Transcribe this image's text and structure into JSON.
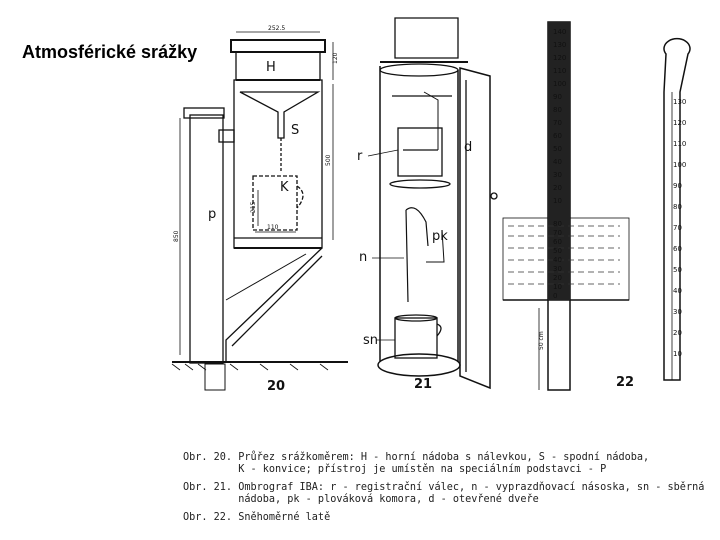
{
  "title": "Atmosférické srážky",
  "figures": {
    "fig20": {
      "number": "20",
      "labels": {
        "H": "H",
        "S": "S",
        "K": "K",
        "p": "p"
      },
      "dims": {
        "top_width": "252.5",
        "height_120": "120",
        "height_500": "500",
        "height_850": "850",
        "height_215": "215",
        "width_110": "110"
      }
    },
    "fig21": {
      "number": "21",
      "labels": {
        "r": "r",
        "d": "d",
        "pk": "pk",
        "n": "n",
        "sn": "sn"
      }
    },
    "fig22": {
      "number": "22",
      "left_scale": [
        "10",
        "20",
        "30",
        "40",
        "50",
        "60",
        "70",
        "80",
        "90",
        "100",
        "110",
        "120",
        "130",
        "140"
      ],
      "left_scale_lower": [
        "80",
        "70",
        "60",
        "50",
        "40",
        "30",
        "20",
        "10",
        "0"
      ],
      "left_below": "50 cm",
      "right_scale": [
        "10",
        "20",
        "30",
        "40",
        "50",
        "60",
        "70",
        "80",
        "90",
        "100",
        "110",
        "120",
        "130"
      ]
    }
  },
  "captions": [
    "Obr. 20. Průřez srážkoměrem: H - horní nádoba s nálevkou, S - spodní nádoba,",
    "         K - konvice; přístroj je umístěn na speciálním podstavci - P",
    "Obr. 21. Ombrograf IBA: r - registrační válec, n - vyprazdňovací násoska, sn - sběrná",
    "         nádoba, pk - plováková komora, d - otevřené dveře",
    "Obr. 22. Sněhoměrné latě"
  ]
}
